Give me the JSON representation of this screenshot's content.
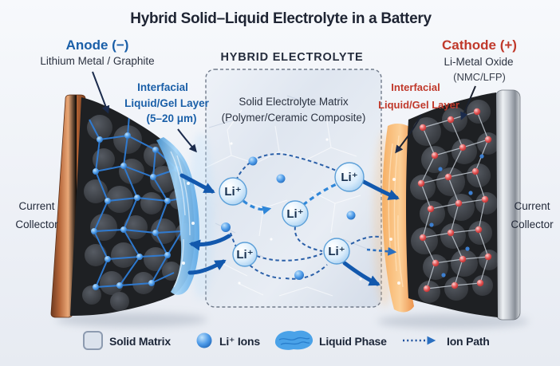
{
  "title": "Hybrid Solid–Liquid Electrolyte in a Battery",
  "anode": {
    "label": "Anode (−)",
    "material": "Lithium Metal / Graphite",
    "interfacial": {
      "line1": "Interfacial",
      "line2": "Liquid/Gel Layer",
      "line3": "(5–20 μm)"
    },
    "collector": {
      "line1": "Current",
      "line2": "Collector"
    }
  },
  "cathode": {
    "label": "Cathode (+)",
    "material": "Li-Metal Oxide",
    "material2": "(NMC/LFP)",
    "interfacial": {
      "line1": "Interfacial",
      "line2": "Liquid/Gel Layer"
    },
    "collector": {
      "line1": "Current",
      "line2": "Collector"
    }
  },
  "electrolyte": {
    "header": "HYBRID ELECTROLYTE",
    "matrix_line1": "Solid Electrolyte Matrix",
    "matrix_line2": "(Polymer/Ceramic Composite)",
    "ion_label": "Li⁺"
  },
  "legend": {
    "items": [
      {
        "icon": "solid-matrix-swatch",
        "label": "Solid Matrix"
      },
      {
        "icon": "li-ion-sphere",
        "label": "Li⁺ Ions"
      },
      {
        "icon": "liquid-phase-blob",
        "label": "Liquid Phase"
      },
      {
        "icon": "ion-path-dotted-arrow",
        "label": "Ion Path"
      }
    ]
  },
  "colors": {
    "title_ink": "#1e2433",
    "anode_blue": "#1a5fa8",
    "cathode_red": "#c0392b",
    "ion_arrow_blue": "#1258ad",
    "copper_collector": "#b5663a",
    "aluminum_collector": "#c6cbd1",
    "gel_blue": "#5ea8e4",
    "gel_orange": "#f2a24e",
    "background": "#eef1f6"
  }
}
